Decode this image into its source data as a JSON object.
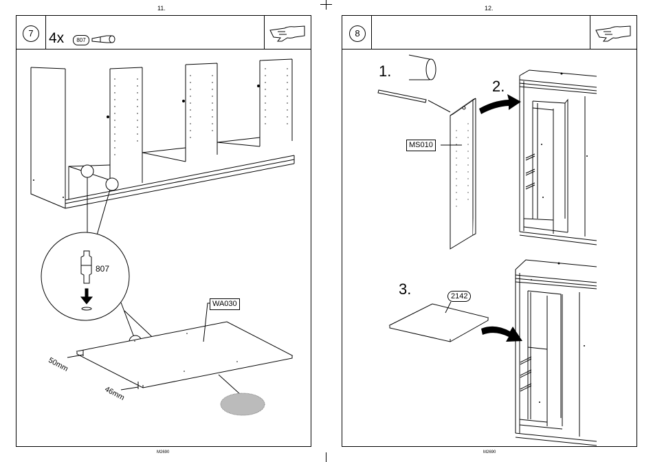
{
  "pages": [
    {
      "page_number": "11.",
      "step_number": "7",
      "quantity": "4x",
      "part_code": "807",
      "part_callout": "807",
      "panel_label": "WA030",
      "dim1": "50mm",
      "dim2": "46mm",
      "footer": "M2690"
    },
    {
      "page_number": "12.",
      "step_number": "8",
      "sub1": "1.",
      "sub2": "2.",
      "sub3": "3.",
      "panel_label": "MS010",
      "shelf_label": "2142",
      "footer": "M2690"
    }
  ]
}
